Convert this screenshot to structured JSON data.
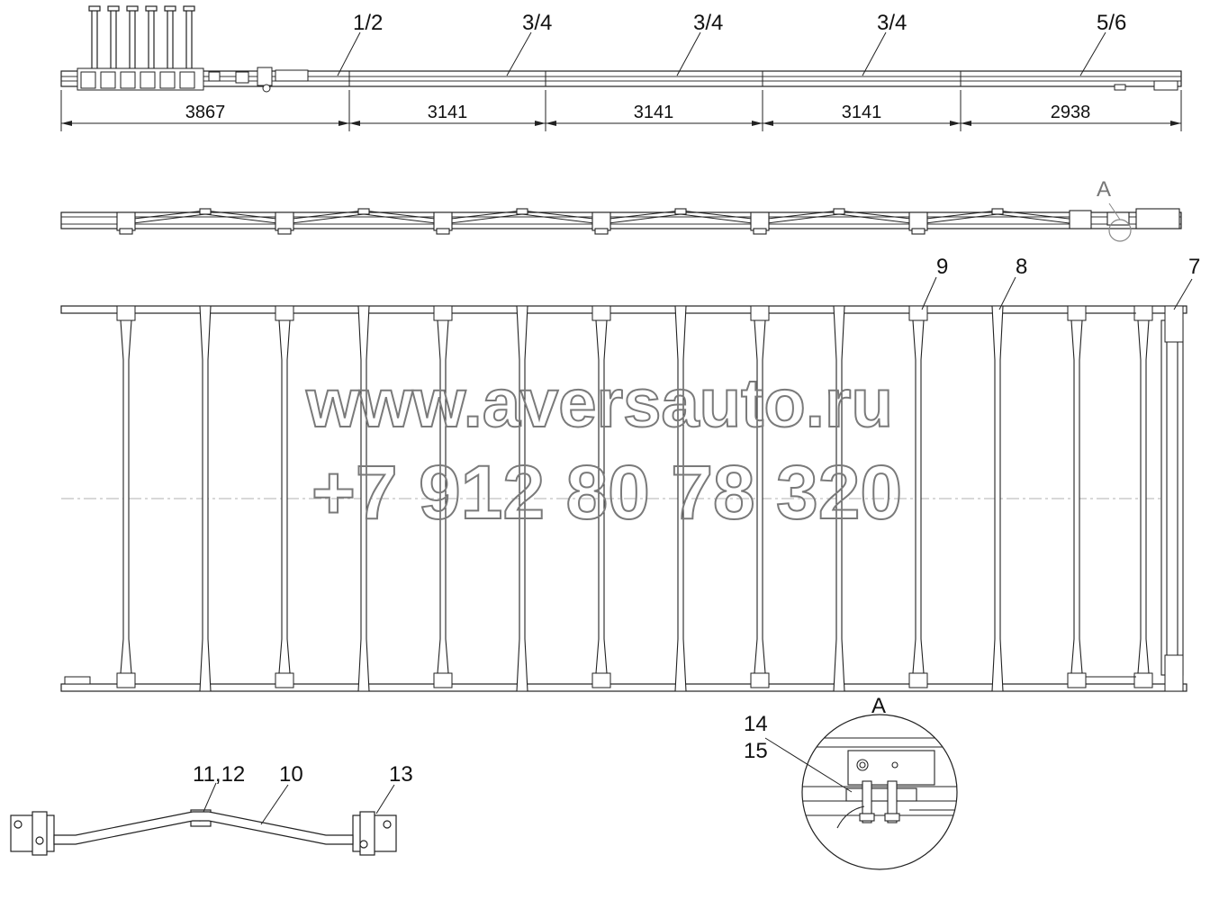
{
  "watermark": {
    "site": "www.aversauto.ru",
    "phone": "+7 912 80 78 320"
  },
  "top_view": {
    "labels": [
      "1/2",
      "3/4",
      "3/4",
      "3/4",
      "5/6"
    ],
    "dimensions": [
      "3867",
      "3141",
      "3141",
      "3141",
      "2938"
    ]
  },
  "plan_view": {
    "labels": [
      "9",
      "8",
      "7"
    ]
  },
  "side_view": {
    "detail_marker": "A"
  },
  "crossmember_view": {
    "labels": [
      "11,12",
      "10",
      "13"
    ]
  },
  "detail_a": {
    "title": "A",
    "labels": [
      "14",
      "15"
    ]
  }
}
